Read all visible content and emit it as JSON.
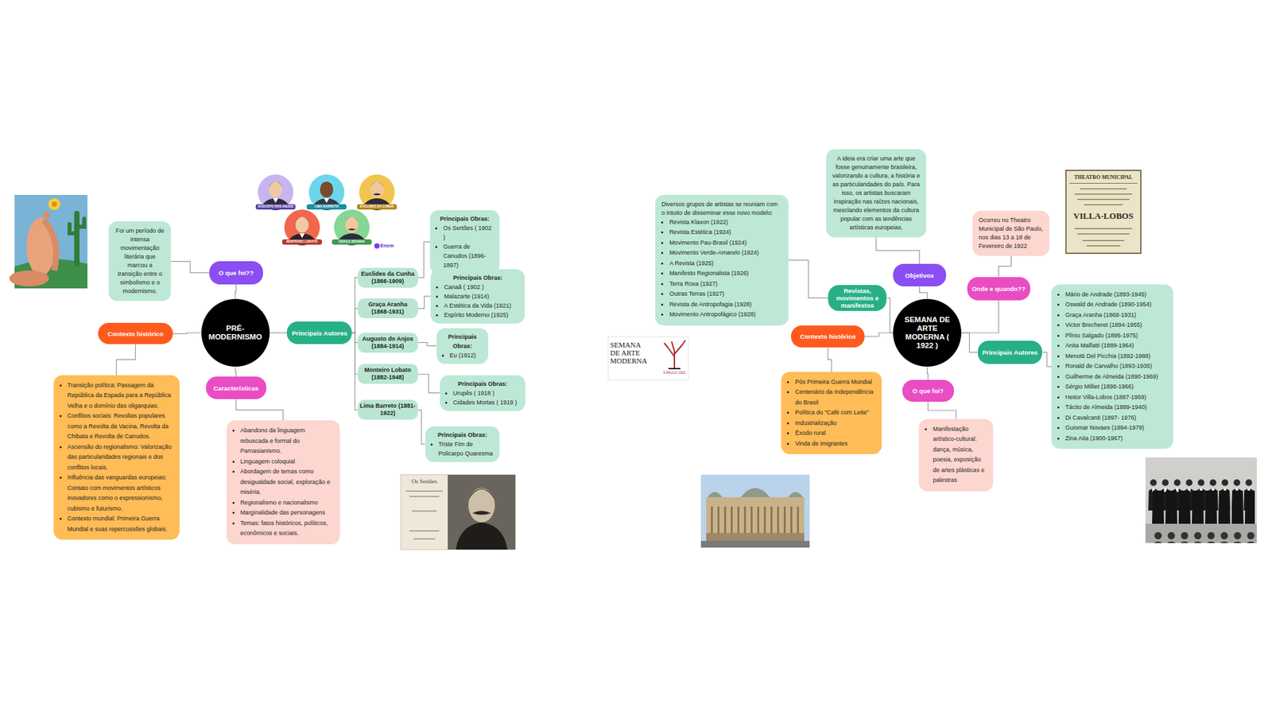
{
  "diagram": {
    "nodes": [
      {
        "text": [
          "PRÉ-MODERNISMO"
        ]
      },
      {
        "text": [
          "O que foi??"
        ]
      },
      {
        "text": [
          "Foi um período de intensa movimentação literária que marcou a transição entre o simbolismo e o modernismo."
        ]
      },
      {
        "text": [
          "Contexto histórico"
        ]
      },
      {
        "text": [
          "Transição política: Passagem da República da Espada para a República Velha e o domínio das oligarquias.",
          "Conflitos sociais: Revoltas populares como a Revolta da Vacina, Revolta da Chibata e Revolta de Canudos.",
          "Ascensão do regionalismo: Valorização das particularidades regionais e dos conflitos locais.",
          "Influência das vanguardas europeias: Contato com movimentos artísticos inovadores como o expressionismo, cubismo e futurismo.",
          "Contexto mundial: Primeira Guerra Mundial e suas repercussões globais."
        ]
      },
      {
        "text": [
          "Características"
        ]
      },
      {
        "text": [
          "Abandono da linguagem rebuscada e formal do Parnasianismo.",
          "Linguagem coloquial",
          "Abordagem de temas como desigualdade social, exploração e miséria.",
          "Regionalismo e nacionalismo",
          "Marginalidade das personagens",
          "Temas: fatos históricos, políticos, econômicos e sociais."
        ]
      },
      {
        "text": [
          "Principais Autores"
        ]
      },
      {
        "text": [
          "Euclides da Cunha (1866-1909)"
        ]
      },
      {
        "text": [
          "Principais Obras:",
          "Os Sertões ( 1902 )",
          "Guerra de Canudos (1896-1897)"
        ]
      },
      {
        "text": [
          "Graça Aranha (1868-1931)"
        ]
      },
      {
        "text": [
          "Principais Obras:",
          "Canaã ( 1902 )",
          "Malazarte (1914)",
          "A Estética da Vida (1921)",
          "Espírito Moderno (1925)"
        ]
      },
      {
        "text": [
          "Augusto do Anjos (1884-1914)"
        ]
      },
      {
        "text": [
          "Principais Obras:",
          "Eu (1912)"
        ]
      },
      {
        "text": [
          "Monteiro Lobato (1882-1948)"
        ]
      },
      {
        "text": [
          "Principais Obras:",
          "Urupês ( 1918 )",
          "Cidades Mortas ( 1919 )"
        ]
      },
      {
        "text": [
          "Lima Barreto (1881-1922)"
        ]
      },
      {
        "text": [
          "Principais Obras:",
          "Triste Fim de Policarpo Quaresma"
        ]
      },
      {
        "text": [
          "SEMANA DE ARTE MODERNA ( 1922 )"
        ]
      },
      {
        "text": [
          "Objetivos"
        ]
      },
      {
        "text": [
          "A ideia era criar uma arte que fosse genuinamente brasileira, valorizando a cultura, a história e as particularidades do país. Para isso, os artistas buscaram inspiração nas raízes nacionais, mesclando elementos da cultura popular com as tendências artísticas europeias."
        ]
      },
      {
        "text": [
          "Onde e quando??"
        ]
      },
      {
        "text": [
          "Ocorreu no Theatro Municipal de São Paulo, nos dias 13 a 18 de Fevereiro de 1922"
        ]
      },
      {
        "text": [
          "Revistas, movimentos e manifestos"
        ]
      },
      {
        "text": [
          "Diversos grupos de artistas se reuniam com o intuito de disseminar esse novo modelo:",
          "Revista Klaxon (1922)",
          "Revista Estética (1924)",
          "Movimento Pau-Brasil (1924)",
          "Movimento Verde-Amarelo (1924)",
          "A Revista (1925)",
          "Manifesto Regionalista (1926)",
          "Terra Roxa (1927)",
          "Outras Terras (1927)",
          "Revista de Antropofagia (1928)",
          "Movimento Antropofágico (1928)"
        ]
      },
      {
        "text": [
          "Contexto histórico"
        ]
      },
      {
        "text": [
          "Pós Primeira Guerra Mundial",
          "Centenário da Independência do Brasil",
          "Política do “Café com Leite”",
          "Industrialização",
          "Êxodo rural",
          "Vinda de imigrantes"
        ]
      },
      {
        "text": [
          "Principais Autores"
        ]
      },
      {
        "text": [
          "Mário de Andrade (1893-1945)",
          "Oswald de Andrade (1890-1954)",
          "Graça Aranha (1868-1931)",
          "Victor Brecheret (1894-1955)",
          "Plínio Salgado (1895-1975)",
          "Anita Malfatti (1889-1964)",
          "Menotti Del Picchia (1892-1988)",
          "Ronald de Carvalho (1893-1935)",
          "Guilherme de Almeida (1890-1969)",
          "Sérgio Milliet (1898-1966)",
          "Heitor Villa-Lobos (1887-1959)",
          "Tácito de Almeida (1889-1940)",
          "Di Cavalcanti (1897- 1976)",
          "Guiomar Novaes (1894-1979)",
          "Zina Aita (1900-1967)"
        ]
      },
      {
        "text": [
          "O que foi?"
        ]
      },
      {
        "text": [
          "Manifestação artístico-cultural: dança, música, poesia, exposição de artes plásticas e palestras"
        ]
      }
    ],
    "edges": [
      {
        "from": 0,
        "to": 1,
        "arrow": "none"
      },
      {
        "from": 1,
        "to": 2,
        "arrow": "none"
      },
      {
        "from": 0,
        "to": 3,
        "arrow": "none"
      },
      {
        "from": 3,
        "to": 4,
        "arrow": "none"
      },
      {
        "from": 0,
        "to": 5,
        "arrow": "none"
      },
      {
        "from": 5,
        "to": 6,
        "arrow": "none"
      },
      {
        "from": 0,
        "to": 7,
        "arrow": "none"
      },
      {
        "from": 7,
        "to": 8,
        "arrow": "none"
      },
      {
        "from": 7,
        "to": 10,
        "arrow": "none"
      },
      {
        "from": 7,
        "to": 12,
        "arrow": "none"
      },
      {
        "from": 7,
        "to": 14,
        "arrow": "none"
      },
      {
        "from": 7,
        "to": 16,
        "arrow": "none"
      },
      {
        "from": 8,
        "to": 9,
        "arrow": "none"
      },
      {
        "from": 10,
        "to": 11,
        "arrow": "none"
      },
      {
        "from": 12,
        "to": 13,
        "arrow": "none"
      },
      {
        "from": 14,
        "to": 15,
        "arrow": "none"
      },
      {
        "from": 16,
        "to": 17,
        "arrow": "none"
      },
      {
        "from": 18,
        "to": 19,
        "arrow": "none"
      },
      {
        "from": 19,
        "to": 20,
        "arrow": "none"
      },
      {
        "from": 18,
        "to": 21,
        "arrow": "none"
      },
      {
        "from": 21,
        "to": 22,
        "arrow": "none"
      },
      {
        "from": 18,
        "to": 23,
        "arrow": "none"
      },
      {
        "from": 23,
        "to": 24,
        "arrow": "none"
      },
      {
        "from": 18,
        "to": 25,
        "arrow": "none"
      },
      {
        "from": 25,
        "to": 26,
        "arrow": "none"
      },
      {
        "from": 18,
        "to": 27,
        "arrow": "none"
      },
      {
        "from": 27,
        "to": 28,
        "arrow": "none"
      },
      {
        "from": 18,
        "to": 29,
        "arrow": "none"
      },
      {
        "from": 29,
        "to": 30,
        "arrow": "none"
      }
    ],
    "labels": [
      "AUGUSTO DOS ANJOS",
      "LIMA BARRETO",
      "EUCLIDES DA CUNHA",
      "MONTEIRO LOBATO",
      "GRAÇA ARANHA",
      "Enem",
      "Os Sertões",
      "SEMANA DE ARTE MODERNA",
      "S PAULO 1922",
      "THEATRO MUNICIPAL",
      "VILLA-LOBOS"
    ]
  }
}
